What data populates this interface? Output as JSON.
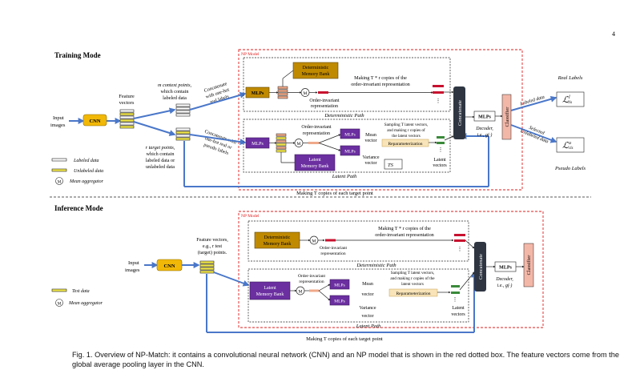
{
  "page": {
    "number": "4"
  },
  "training": {
    "mode_title": "Training Mode",
    "np_model_label": "NP Model",
    "input_images": [
      "Input",
      "images"
    ],
    "cnn": "CNN",
    "feature_vectors": [
      "Feature",
      "vectors"
    ],
    "m_context": [
      "m context points,",
      "which contain",
      "labeled data"
    ],
    "r_target": [
      "r target points,",
      "which contain",
      "labeled data or",
      "unlabeled data"
    ],
    "concat_onehot": [
      "Concatenate",
      "with one-hot",
      "real labels"
    ],
    "concat_onehot_pseudo": [
      "Concatenate with",
      "one-hot real or",
      "pseudo labels"
    ],
    "mlps": "MLPs",
    "deterministic_memory_bank": [
      "Deterministic",
      "Memory Bank"
    ],
    "make_copies": "Making T * r copies of the",
    "order_invariant_representation": "order-invariant representation",
    "order_invariant": [
      "Order-invariant",
      "representation"
    ],
    "deterministic_path": "Deterministic Path",
    "latent_memory_bank": [
      "Latent",
      "Memory Bank"
    ],
    "mean_vector": [
      "Mean",
      "vector"
    ],
    "variance_vector": [
      "Variance",
      "vector"
    ],
    "sampling": [
      "Sampling T latent vectors,",
      "and making r copies of",
      "the latent vectors"
    ],
    "reparameterization": "Reparameterization",
    "latent_vectors": [
      "Latent",
      "vectors"
    ],
    "ts_symbol": "TS",
    "latent_path": "Latent Path",
    "concatenate": "Concatenate",
    "decoder": [
      "Decoder,",
      "i.e., g(·)"
    ],
    "classifier": "Classifier",
    "labeled_data_branch": "Labeled data",
    "selected_unlabeled": [
      "Selected",
      "Unlabeled data"
    ],
    "real_labels": "Real Labels",
    "pseudo_labels": "Pseudo Labels",
    "loss_l": "ℒ",
    "loss_l_sub": "cls",
    "loss_u_sup": "u",
    "loss_l_sup": "l",
    "making_t_copies": "Making T copies of each target point",
    "legend": [
      "Labeled data",
      "Unlabeled data",
      "Mean aggregator"
    ],
    "m_symbol": "M"
  },
  "inference": {
    "mode_title": "Inference Mode",
    "np_model_label": "NP Model",
    "input_images": [
      "Input",
      "images"
    ],
    "cnn": "CNN",
    "feature_vectors": [
      "Feature vectors,",
      "e.g., r test",
      "(target) points."
    ],
    "deterministic_memory_bank": [
      "Deterministic",
      "Memory Bank"
    ],
    "make_copies": "Making T * r copies of the",
    "order_invariant_representation": "order-invariant representation",
    "order_invariant": [
      "Order-invariant",
      "representation"
    ],
    "deterministic_path": "Deterministic Path",
    "latent_memory_bank": [
      "Latent",
      "Memory Bank"
    ],
    "mlps": "MLPs",
    "mean_vector": [
      "Mean",
      "vector"
    ],
    "variance_vector": [
      "Variance",
      "vector"
    ],
    "sampling": [
      "Sampling T latent vectors,",
      "and making r copies of the",
      "latent vectors"
    ],
    "reparameterization": "Reparameterization",
    "latent_vectors": [
      "Latent",
      "vectors"
    ],
    "latent_path": "Latent Path",
    "concatenate": "Concatenate",
    "decoder": [
      "Decoder,",
      "i.e., g(·)"
    ],
    "classifier": "Classifier",
    "making_t_copies": "Making T copies of each target point",
    "legend": [
      "Test data",
      "Mean aggregator"
    ],
    "m_symbol": "M"
  },
  "caption": "Fig. 1.  Overview of NP-Match: it contains a convolutional neural network (CNN) and an NP model that is shown in the red dotted box. The feature vectors come from the global average pooling layer in the CNN.",
  "colors": {
    "cnn": "#f2b807",
    "mlps": "#6b2fa0",
    "det_bank": "#c08a00",
    "latent_bank": "#6b2fa0",
    "concat": "#2f3642",
    "classifier": "#f3b7a8",
    "arrow": "#4a77c9",
    "np_border": "#e21b1b",
    "reparam": "#f8e4b8"
  }
}
